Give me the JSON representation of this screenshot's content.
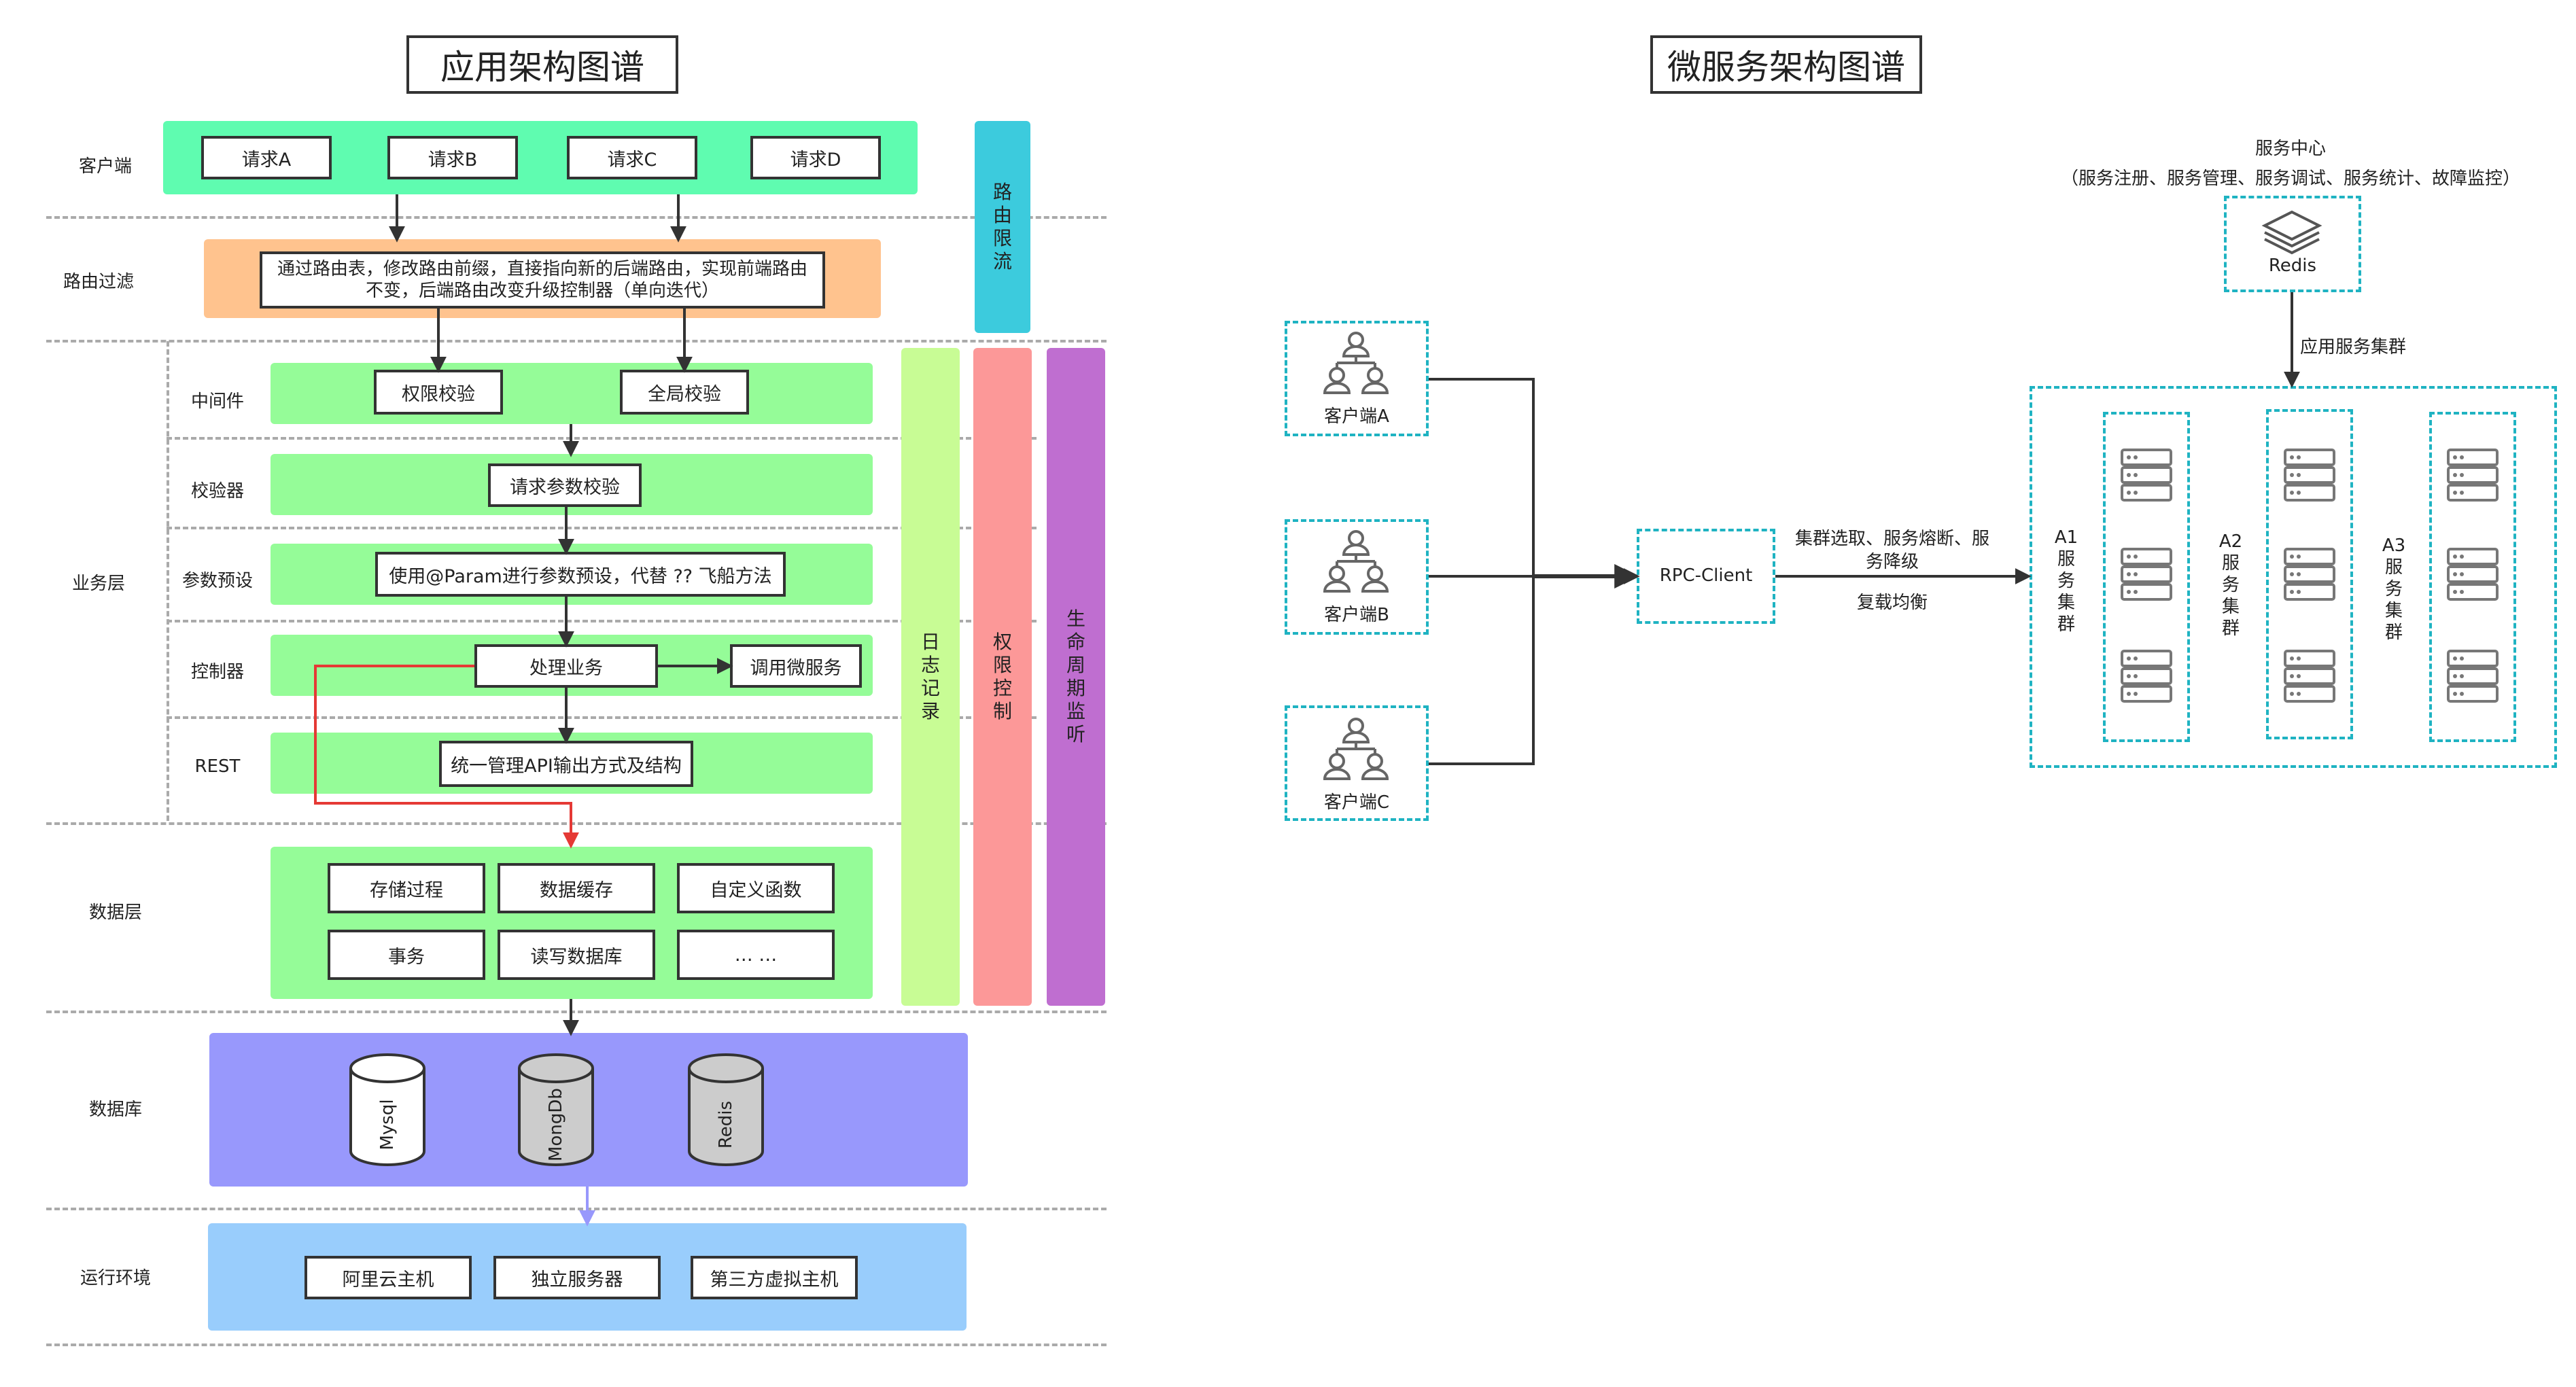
{
  "left": {
    "title": "应用架构图谱",
    "layers": {
      "client": "客户端",
      "routing": "路由过滤",
      "business": "业务层",
      "data": "数据层",
      "database": "数据库",
      "runtime": "运行环境"
    },
    "sublayers": {
      "middleware": "中间件",
      "validator": "校验器",
      "param": "参数预设",
      "controller": "控制器",
      "rest": "REST"
    },
    "requests": [
      "请求A",
      "请求B",
      "请求C",
      "请求D"
    ],
    "routing_text": "通过路由表，修改路由前缀，直接指向新的后端路由，实现前端路由不变，后端路由改变升级控制器（单向迭代）",
    "middleware_boxes": [
      "权限校验",
      "全局校验"
    ],
    "validator_box": "请求参数校验",
    "param_box": "使用@Param进行参数预设，代替 ?? 飞船方法",
    "controller_boxes": [
      "处理业务",
      "调用微服务"
    ],
    "rest_box": "统一管理API输出方式及结构",
    "data_boxes": [
      "存储过程",
      "数据缓存",
      "自定义函数",
      "事务",
      "读写数据库",
      "… …"
    ],
    "databases": [
      "Mysql",
      "MongDb",
      "Redis"
    ],
    "runtime_boxes": [
      "阿里云主机",
      "独立服务器",
      "第三方虚拟主机"
    ],
    "side_bars": {
      "route_limit": "路由限流",
      "log": "日志记录",
      "auth": "权限控制",
      "lifecycle": "生命周期监听"
    }
  },
  "right": {
    "title": "微服务架构图谱",
    "service_center": "服务中心",
    "service_center_desc": "（服务注册、服务管理、服务调试、服务统计、故障监控）",
    "redis_label": "Redis",
    "cluster_label": "应用服务集群",
    "clients": [
      "客户端A",
      "客户端B",
      "客户端C"
    ],
    "rpc_client": "RPC-Client",
    "edge_label_1": "集群选取、服务熔断、服务降级",
    "edge_label_2": "复载均衡",
    "clusters": [
      "A1服务集群",
      "A2服务集群",
      "A3服务集群"
    ]
  },
  "colors": {
    "client_band": "#5ffcb0",
    "routing_band": "#ffc38e",
    "business_band": "#95fc98",
    "database_band": "#9898fc",
    "runtime_band": "#99cdfc",
    "route_limit_bar": "#3ccbdd",
    "log_bar": "#c8fc95",
    "auth_bar": "#fc9898",
    "lifecycle_bar": "#bf6ed0",
    "teal": "#1fb3c2",
    "red_arrow": "#e53935",
    "db_arrow": "#9898fc"
  }
}
